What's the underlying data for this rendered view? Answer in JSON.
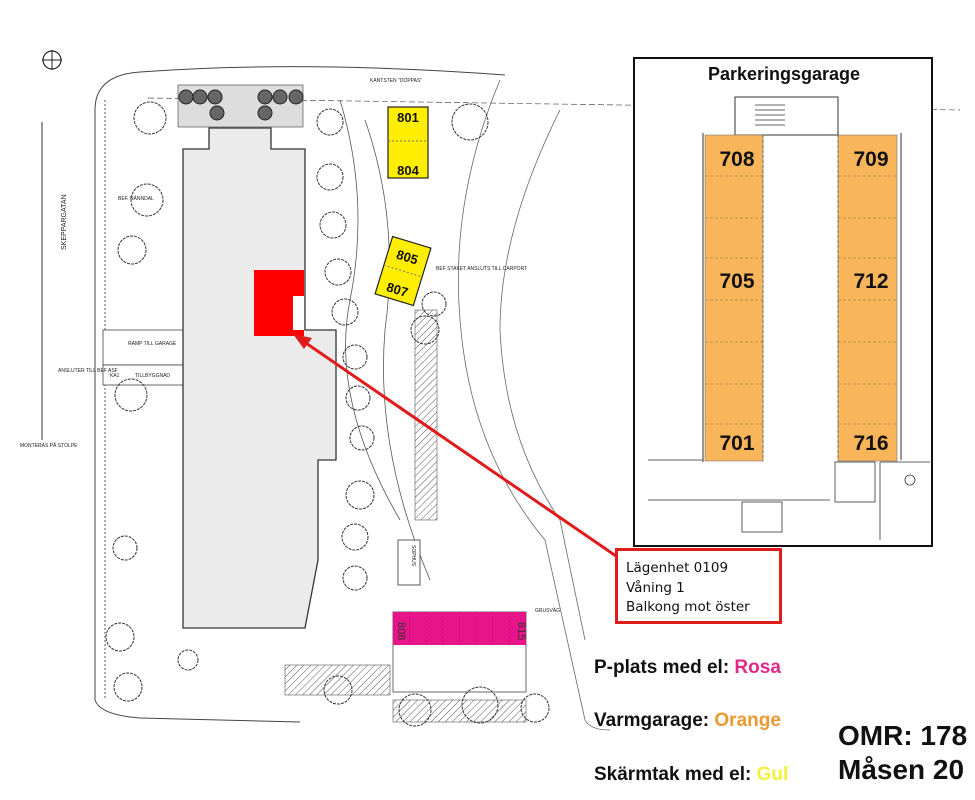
{
  "plan": {
    "street_label": "SKEPPARGATAN",
    "ramp_label": "RAMP TILL GARAGE",
    "annex_label": "TILLBYGGNAD",
    "ka1_label": "KA1",
    "connects_label": "ANSLUTER TILL BEF ASF",
    "gutter_label": "BEF. RÄNNDAL",
    "curb_label": "KANTSTEN \"DOPPAS\"",
    "waste_label": "SOPHUS",
    "gravel_label": "GRUSVÄG",
    "fence_label": "BEF STAKET ANSLUTS TILL CARPORT",
    "mount_label": "MONTERAS PÅ STOLPE",
    "carport_spots": [
      {
        "label": "801"
      },
      {
        "label": "804"
      },
      {
        "label": "805"
      },
      {
        "label": "807"
      }
    ],
    "ev_spots": [
      {
        "label": "808"
      },
      {
        "label": "815"
      }
    ]
  },
  "callout": {
    "line1": "Lägenhet 0109",
    "line2": "Våning 1",
    "line3": "Balkong mot öster"
  },
  "garage": {
    "title": "Parkeringsgarage",
    "spots": [
      {
        "label": "708"
      },
      {
        "label": "709"
      },
      {
        "label": "705"
      },
      {
        "label": "712"
      },
      {
        "label": "701"
      },
      {
        "label": "716"
      }
    ]
  },
  "legend": [
    {
      "label": "P-plats med el: ",
      "color_name": "Rosa",
      "color": "#e3288c"
    },
    {
      "label": "Varmgarage: ",
      "color_name": "Orange",
      "color": "#ec9a30"
    },
    {
      "label": "Skärmtak med el: ",
      "color_name": "Gul",
      "color": "#f2f23c"
    }
  ],
  "area": {
    "omr": "OMR: 178",
    "name": "Måsen 20"
  },
  "colors": {
    "highlight": "#ff0000",
    "garage_fill": "#f8b559",
    "carport_fill": "#ffee00",
    "ev_fill": "#e8158a",
    "building_fill": "#ebebeb"
  }
}
